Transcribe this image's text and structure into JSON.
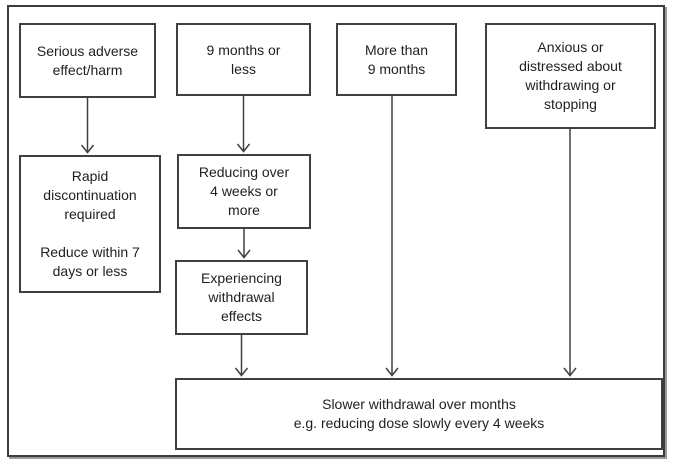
{
  "diagram": {
    "boxes": {
      "serious": {
        "id": "serious-adverse-effect",
        "lines": [
          "Serious adverse",
          "effect/harm"
        ]
      },
      "nine_or_less": {
        "id": "nine-months-or-less",
        "lines": [
          "9 months or",
          "less"
        ]
      },
      "more_than_nine": {
        "id": "more-than-nine-months",
        "lines": [
          "More than",
          "9 months"
        ]
      },
      "anxious": {
        "id": "anxious-or-distressed",
        "lines": [
          "Anxious or",
          "distressed about",
          "withdrawing or",
          "stopping"
        ]
      },
      "rapid": {
        "id": "rapid-discontinuation",
        "lines": [
          "Rapid",
          "discontinuation",
          "required",
          "",
          "Reduce within 7",
          "days or less"
        ]
      },
      "reducing": {
        "id": "reducing-over-4-weeks",
        "lines": [
          "Reducing over",
          "4 weeks or",
          "more"
        ]
      },
      "experiencing": {
        "id": "experiencing-withdrawal-effects",
        "lines": [
          "Experiencing",
          "withdrawal",
          "effects"
        ]
      },
      "slower": {
        "id": "slower-withdrawal",
        "lines": [
          "Slower withdrawal over months",
          "e.g. reducing dose slowly every 4 weeks"
        ]
      }
    },
    "edges": [
      {
        "from": "serious-adverse-effect",
        "to": "rapid-discontinuation"
      },
      {
        "from": "nine-months-or-less",
        "to": "reducing-over-4-weeks"
      },
      {
        "from": "reducing-over-4-weeks",
        "to": "experiencing-withdrawal-effects"
      },
      {
        "from": "experiencing-withdrawal-effects",
        "to": "slower-withdrawal"
      },
      {
        "from": "more-than-nine-months",
        "to": "slower-withdrawal"
      },
      {
        "from": "anxious-or-distressed",
        "to": "slower-withdrawal"
      }
    ],
    "colors": {
      "border": "#3f3f3f",
      "arrow": "#404040",
      "background": "#ffffff",
      "text": "#1f1f1f"
    }
  }
}
